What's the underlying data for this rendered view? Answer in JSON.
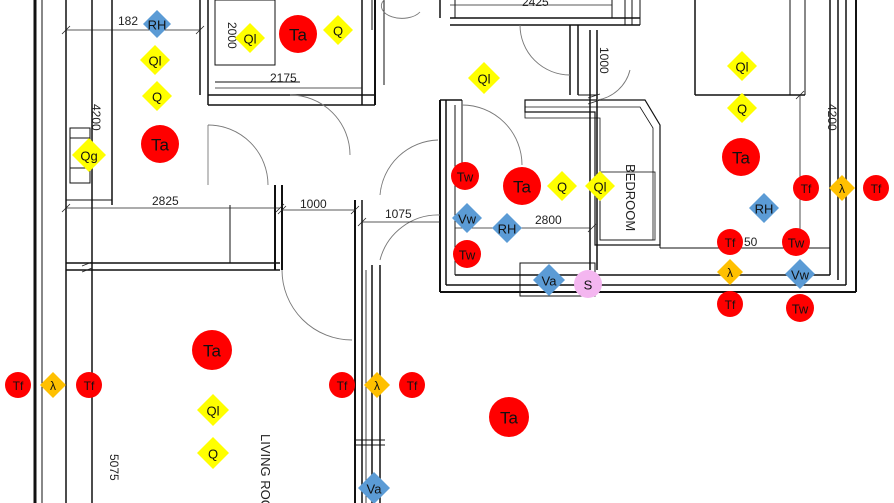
{
  "dimensions": {
    "d182": "182",
    "d2425": "2425",
    "d2000": "2000",
    "d2175": "2175",
    "d4200_left": "4200",
    "d1000_right": "1000",
    "d2825": "2825",
    "d1000_mid": "1000",
    "d1075": "1075",
    "d2800": "2800",
    "d4200_right": "4200",
    "d50": "50",
    "d5075": "5075"
  },
  "rooms": {
    "bedroom": "BEDROOM",
    "living_room": "LIVING ROOM"
  },
  "legend_colors": {
    "Ta": "#ff0000",
    "Tw": "#ff0000",
    "Tf": "#ff0000",
    "Q": "#ffff00",
    "Ql": "#ffff00",
    "Qg": "#ffff00",
    "RH": "#5b9bd5",
    "Vw": "#5b9bd5",
    "Va": "#5b9bd5",
    "lambda": "#ffc000",
    "S": "#f4b6f0"
  },
  "sensors": [
    {
      "label": "RH"
    },
    {
      "label": "Ql"
    },
    {
      "label": "Ta"
    },
    {
      "label": "Q"
    },
    {
      "label": "Ql"
    },
    {
      "label": "Q"
    },
    {
      "label": "Ta"
    },
    {
      "label": "Qg"
    },
    {
      "label": "Ql"
    },
    {
      "label": "Ql"
    },
    {
      "label": "Q"
    },
    {
      "label": "Ta"
    },
    {
      "label": "Tw"
    },
    {
      "label": "Ta"
    },
    {
      "label": "Q"
    },
    {
      "label": "Ql"
    },
    {
      "label": "Vw"
    },
    {
      "label": "RH"
    },
    {
      "label": "Tw"
    },
    {
      "label": "Tf"
    },
    {
      "label": "λ"
    },
    {
      "label": "Tf"
    },
    {
      "label": "RH"
    },
    {
      "label": "Tf"
    },
    {
      "label": "Tw"
    },
    {
      "label": "λ"
    },
    {
      "label": "Vw"
    },
    {
      "label": "Tf"
    },
    {
      "label": "Tw"
    },
    {
      "label": "Va"
    },
    {
      "label": "S"
    },
    {
      "label": "Ta"
    },
    {
      "label": "Tf"
    },
    {
      "label": "λ"
    },
    {
      "label": "Tf"
    },
    {
      "label": "Tf"
    },
    {
      "label": "λ"
    },
    {
      "label": "Tf"
    },
    {
      "label": "Ql"
    },
    {
      "label": "Q"
    },
    {
      "label": "Ta"
    },
    {
      "label": "Va"
    }
  ]
}
